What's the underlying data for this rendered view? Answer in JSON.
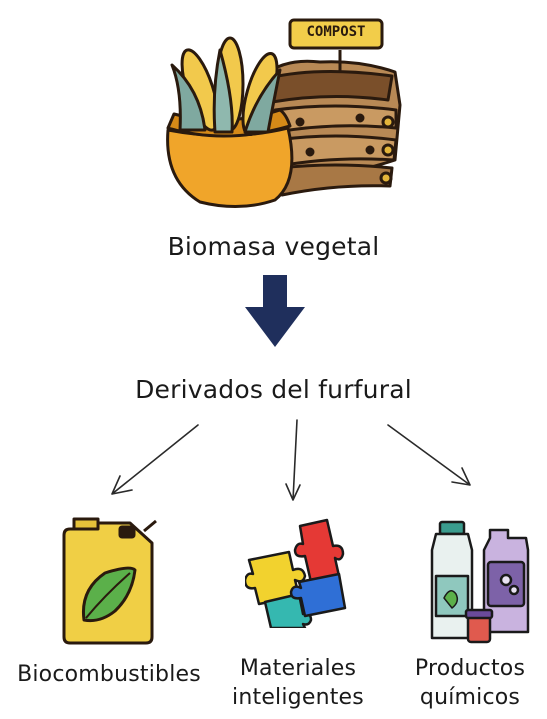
{
  "top": {
    "sign_text": "COMPOST",
    "label": "Biomasa vegetal"
  },
  "middle": {
    "label": "Derivados del furfural",
    "arrow_color": "#1f2f5c"
  },
  "outputs": [
    {
      "label": "Biocombustibles",
      "icon": "fuel-can-leaf-icon"
    },
    {
      "label_line1": "Materiales",
      "label_line2": "inteligentes",
      "icon": "puzzle-pieces-icon"
    },
    {
      "label_line1": "Productos",
      "label_line2": "químicos",
      "icon": "chemical-bottles-icon"
    }
  ]
}
